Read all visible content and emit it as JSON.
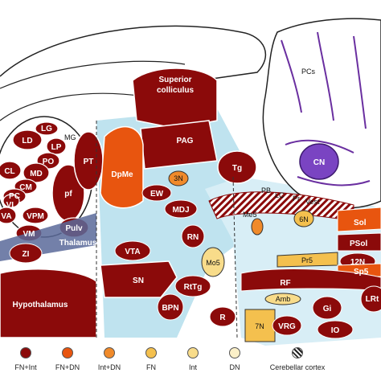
{
  "colors": {
    "fn_int": "#8b0a0a",
    "fn_dn": "#e8550f",
    "int_dn": "#f08a2a",
    "fn": "#f4c04e",
    "int": "#f8dc8a",
    "dn": "#fbf0c8",
    "brainstem_blue": "#bfe3ef",
    "purple": "#6a2fa0",
    "cn_fill": "#7a44c2"
  },
  "regions": {
    "superior_colliculus_line1": "Superior",
    "superior_colliculus_line2": "colliculus",
    "lg": "LG",
    "mg": "MG",
    "ld": "LD",
    "lp": "LP",
    "po": "PO",
    "cl": "CL",
    "md": "MD",
    "cm": "CM",
    "pc": "PC",
    "pf": "pf",
    "va": "VA",
    "vpm": "VPM",
    "vl": "VL",
    "vm": "VM",
    "pulv": "Pulv",
    "thalamus": "Thalamus",
    "zi": "ZI",
    "hypothalamus": "Hypothalamus",
    "pt": "PT",
    "dpme": "DpMe",
    "pag": "PAG",
    "three_n": "3N",
    "ew": "EW",
    "mdj": "MDJ",
    "rn": "RN",
    "vta": "VTA",
    "sn": "SN",
    "bpn": "BPN",
    "rttg": "RtTg",
    "r": "R",
    "tg": "Tg",
    "pb": "PB",
    "lc": "LC",
    "pr": "Pr",
    "vest": "Vest",
    "sol": "Sol",
    "psol": "PSol",
    "six_n": "6N",
    "twelve_n": "12N",
    "me5": "Me5",
    "mo5": "Mo5",
    "pr5": "Pr5",
    "sp5": "Sp5",
    "rf": "RF",
    "amb": "Amb",
    "seven_n": "7N",
    "vrg": "VRG",
    "gi": "Gi",
    "lrt": "LRt",
    "io": "IO",
    "pcs": "PCs",
    "cn": "CN"
  },
  "legend": [
    {
      "label": "FN+Int",
      "color": "#8b0a0a"
    },
    {
      "label": "FN+DN",
      "color": "#e8550f"
    },
    {
      "label": "Int+DN",
      "color": "#f08a2a"
    },
    {
      "label": "FN",
      "color": "#f4c04e"
    },
    {
      "label": "Int",
      "color": "#f8dc8a"
    },
    {
      "label": "DN",
      "color": "#fbf0c8"
    },
    {
      "label": "Cerebellar cortex",
      "color": "hatch"
    }
  ]
}
